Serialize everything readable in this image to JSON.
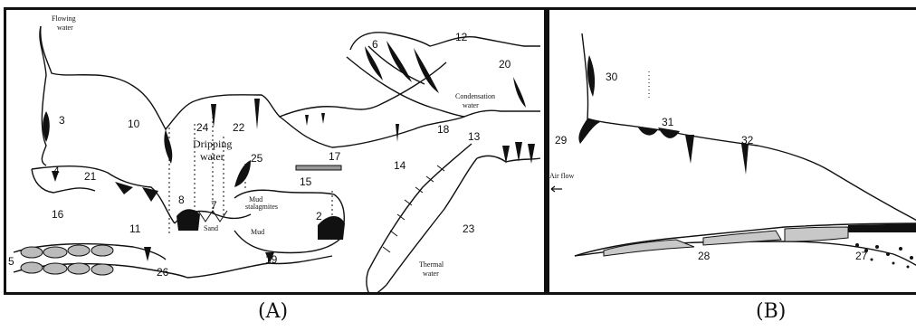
{
  "panel_a": {
    "caption": "(A)",
    "labels": {
      "flowing_water": [
        "Flowing",
        "water"
      ],
      "dripping_water": [
        "Dripping",
        "water"
      ],
      "condensation_water": [
        "Condensation",
        "water"
      ],
      "thermal_water": [
        "Thermal",
        "water"
      ],
      "mud_stalagmites": [
        "Mud",
        "stalagmites"
      ],
      "sand": "Sand",
      "mud": "Mud"
    },
    "numbers": [
      "2",
      "3",
      "4",
      "5",
      "6",
      "7",
      "8",
      "10",
      "11",
      "12",
      "13",
      "14",
      "15",
      "16",
      "17",
      "18",
      "19",
      "20",
      "21",
      "22",
      "23",
      "24",
      "25",
      "26"
    ]
  },
  "panel_b": {
    "caption": "(B)",
    "air_flow": "Air flow",
    "numbers": [
      "27",
      "28",
      "29",
      "30",
      "31",
      "32"
    ]
  }
}
